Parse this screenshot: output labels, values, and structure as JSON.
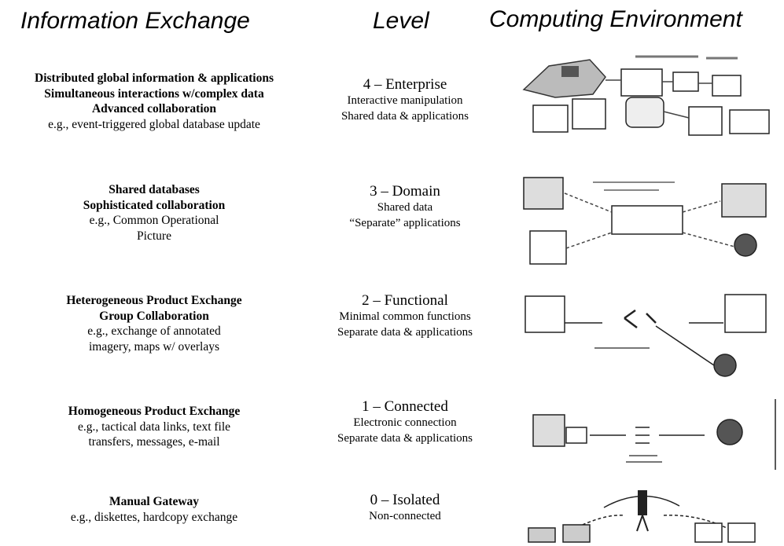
{
  "headers": {
    "information_exchange": "Information Exchange",
    "level": "Level",
    "computing_environment": "Computing Environment"
  },
  "rows": [
    {
      "info": [
        {
          "text": "Distributed global information & applications",
          "bold": true
        },
        {
          "text": "Simultaneous interactions w/complex data",
          "bold": true
        },
        {
          "text": "Advanced collaboration",
          "bold": true
        },
        {
          "text": "e.g., event-triggered global database update",
          "bold": false
        }
      ],
      "level": "4 – Enterprise",
      "level_desc": [
        "Interactive manipulation",
        "Shared data & applications"
      ]
    },
    {
      "info": [
        {
          "text": "Shared databases",
          "bold": true
        },
        {
          "text": "Sophisticated collaboration",
          "bold": true
        },
        {
          "text": "e.g., Common Operational",
          "bold": false
        },
        {
          "text": "Picture",
          "bold": false
        }
      ],
      "level": "3 – Domain",
      "level_desc": [
        "Shared data",
        "“Separate” applications"
      ]
    },
    {
      "info": [
        {
          "text": "Heterogeneous Product Exchange",
          "bold": true
        },
        {
          "text": "Group Collaboration",
          "bold": true
        },
        {
          "text": "e.g., exchange of annotated",
          "bold": false
        },
        {
          "text": "imagery, maps w/ overlays",
          "bold": false
        }
      ],
      "level": "2 – Functional",
      "level_desc": [
        "Minimal common functions",
        "Separate data & applications"
      ]
    },
    {
      "info": [
        {
          "text": "Homogeneous Product Exchange",
          "bold": true
        },
        {
          "text": "e.g., tactical data links, text file",
          "bold": false
        },
        {
          "text": "transfers, messages, e-mail",
          "bold": false
        }
      ],
      "level": "1 – Connected",
      "level_desc": [
        "Electronic connection",
        "Separate data & applications"
      ]
    },
    {
      "info": [
        {
          "text": "Manual Gateway",
          "bold": true
        },
        {
          "text": "e.g., diskettes, hardcopy exchange",
          "bold": false
        }
      ],
      "level": "0 – Isolated",
      "level_desc": [
        "Non-connected"
      ]
    }
  ],
  "illustrations": [
    {
      "icon": "enterprise-network-illustration"
    },
    {
      "icon": "domain-network-illustration"
    },
    {
      "icon": "functional-network-illustration"
    },
    {
      "icon": "connected-link-illustration"
    },
    {
      "icon": "isolated-manual-illustration"
    }
  ]
}
